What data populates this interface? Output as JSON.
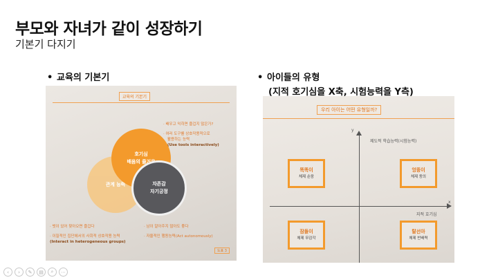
{
  "slide": {
    "title": "부모와 자녀가 같이 성장하기",
    "subtitle": "기본기 다지기"
  },
  "left": {
    "bullet": "교육의 기본기",
    "photo": {
      "tag": "교육의 기본기",
      "circles": [
        {
          "line1": "호기심",
          "line2": "배움의 즐거움"
        },
        {
          "line1": "관계 능력",
          "line2": ""
        },
        {
          "line1": "자존감",
          "line2": "자기긍정"
        }
      ],
      "notes": {
        "n1": "· 배우고 익히면 즐겁지 않은가?",
        "n2a": "· 여러 도구를 상호작용적으로",
        "n2b": "활용하는 능력",
        "n2c": "(Use tools interactively)",
        "n3": "· 벗이 있어 찾아오면 즐겁다",
        "n4a": "· 이질적인 집단에서의 사회적 상호작용 능력",
        "n4b": "(Interact in heterogeneous groups)",
        "n5": "· 남이 알아주지 않아도 좋다",
        "n6": "· 자율적인 행동능력(Act autonomously)"
      },
      "footer": "도표 3"
    }
  },
  "right": {
    "bullet": "아이들의 유형",
    "sub": "(지적 호기심을 X축, 시험능력을 Y측)",
    "photo": {
      "tag": "우리 아이는 어떤 유형일까?",
      "axis_y": "y",
      "axis_x": "x",
      "y_label": "제도적 학습능력(시험능력)",
      "x_label": "지적 호기심",
      "quadrants": [
        {
          "name": "똑똑이",
          "desc": "체제 순응"
        },
        {
          "name": "엉뚱이",
          "desc": "체제 동의"
        },
        {
          "name": "잠돌이",
          "desc": "체제 무감각"
        },
        {
          "name": "탈선아",
          "desc": "체제 반배력"
        }
      ]
    }
  },
  "toolbar": {
    "icons": [
      "prev-icon",
      "next-icon",
      "pen-icon",
      "slides-icon",
      "zoom-icon",
      "more-icon"
    ],
    "glyphs": [
      "‹",
      "›",
      "✎",
      "▤",
      "⌕",
      "⋯"
    ]
  }
}
